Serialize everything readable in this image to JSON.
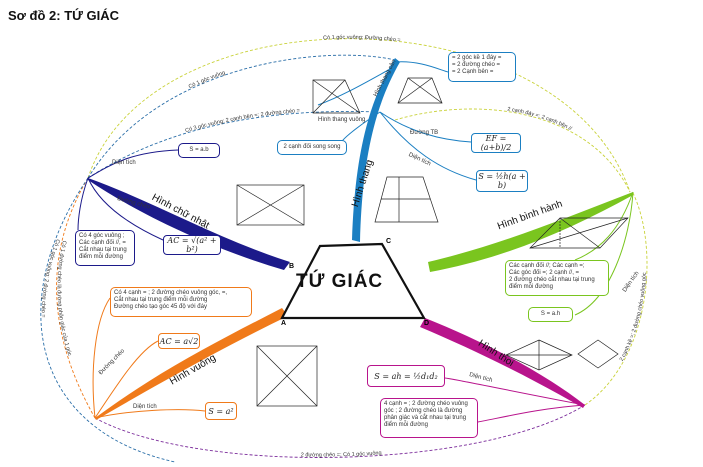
{
  "title": "Sơ đồ 2: TỨ GIÁC",
  "center": {
    "label": "TỨ GIÁC",
    "vertices": {
      "a": "A",
      "b": "B",
      "c": "C",
      "d": "D"
    }
  },
  "branches": {
    "chu_nhat": "Hình chữ nhật",
    "thang": "Hình thang",
    "binh_hanh": "Hình bình hành",
    "vuong": "Hình vuông",
    "thoi": "Hình thoi"
  },
  "sub_labels": {
    "thang_vuong": "Hình thang vuông",
    "thang_can": "Hình thang cân",
    "duong_tb": "Đường TB",
    "dien_tich_thang": "Diện tích",
    "dien_tich_cn": "Diện tích",
    "duong_cheo_cn": "Đường chéo",
    "dien_tich_bh": "Diện tích",
    "duong_cheo_v": "Đường chéo",
    "dien_tich_v": "Diện tích",
    "dien_tich_thoi": "Diện tích"
  },
  "boxes": {
    "thang_can_props": "= 2 góc kề 1 đáy =\n= 2 đường chéo =\n= 2 Cạnh bên =",
    "thang_sides": "2 cạnh đối song song",
    "cn_area": "S = a.b",
    "cn_props": "Có 4 góc vuông ;\nCác cạnh đối //, =\nCắt nhau tại trung\nđiểm mỗi đường",
    "bh_props": "Các cạnh đối //; Các cạnh =;\nCác góc đối =; 2 cạnh //, =\n2 đường chéo cắt nhau tại trung\nđiểm mỗi đường",
    "bh_area": "S = a.h",
    "vuong_props": "Có 4 cạnh = ; 2 đường chéo vuông góc, =,\nCắt nhau tại trung điểm mỗi đường\nĐường chéo tạo góc 45 độ với đáy",
    "thoi_props": "4 cạnh = ; 2 đường chéo vuông\ngóc ; 2 đường chéo là đường\nphân giác và cắt nhau tại trung\nđiểm mỗi đường"
  },
  "formulas": {
    "duong_tb": "EF = (a+b)/2",
    "thang_area": "S = ½h(a + b)",
    "cn_diag": "AC = √(a² + b²)",
    "vuong_diag": "AC = a√2",
    "vuong_area": "S = a²",
    "thoi_area": "S = ah = ½d₁d₂"
  },
  "arc_labels": {
    "a1": "Có 1 góc vuông; Đường chéo =",
    "a2": "Có 1 góc vuông",
    "a3": "Có 3 góc vuông; 2 cạnh bên =; 2 đường chéo =",
    "a4": "2 cạnh đáy =; 2 cạnh bên //",
    "a5": "2 đường chéo =; Có 1 góc vuông",
    "a6": "2 cạnh kề =; 2 đường chéo vuông góc",
    "a7": "Có 1 đường chéo là đường phân giác của 1 góc",
    "a8": "Có 1 góc vuông; 2 đường chéo ="
  },
  "colors": {
    "chu_nhat": "#1c1a8a",
    "thang": "#1b7fc2",
    "binh_hanh": "#7ac51f",
    "vuong": "#f07a1a",
    "thoi": "#b8148c",
    "arc_yellow": "#c9d23a",
    "arc_blue": "#2a6ea8",
    "arc_purple": "#7a2a9a"
  }
}
